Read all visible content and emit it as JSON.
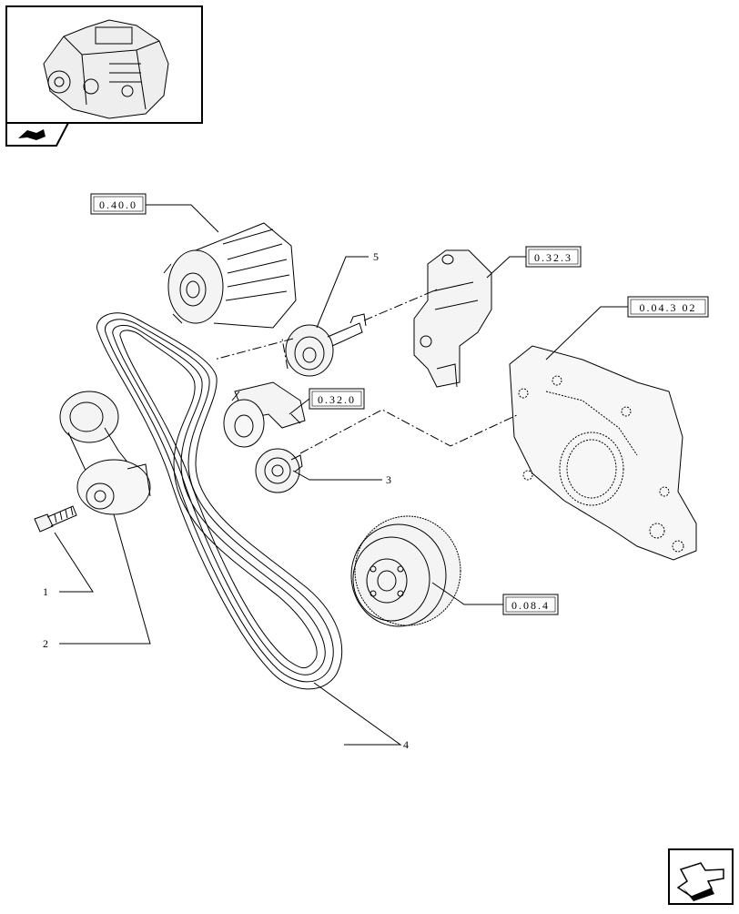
{
  "thumbnail": {
    "icon": "engine-thumbnail"
  },
  "nav_icons": {
    "top": "arrow-badge-icon",
    "bottom": "next-page-arrow-icon"
  },
  "references": {
    "alternator": "0.40.0",
    "water_pump": "0.32.3",
    "timing_cover": "0.04.3 02",
    "tensioner_bracket": "0.32.0",
    "damper": "0.08.4"
  },
  "callouts": {
    "bolt": "1",
    "tensioner": "2",
    "idler_pulley": "3",
    "belt": "4",
    "idler_upper": "5"
  }
}
